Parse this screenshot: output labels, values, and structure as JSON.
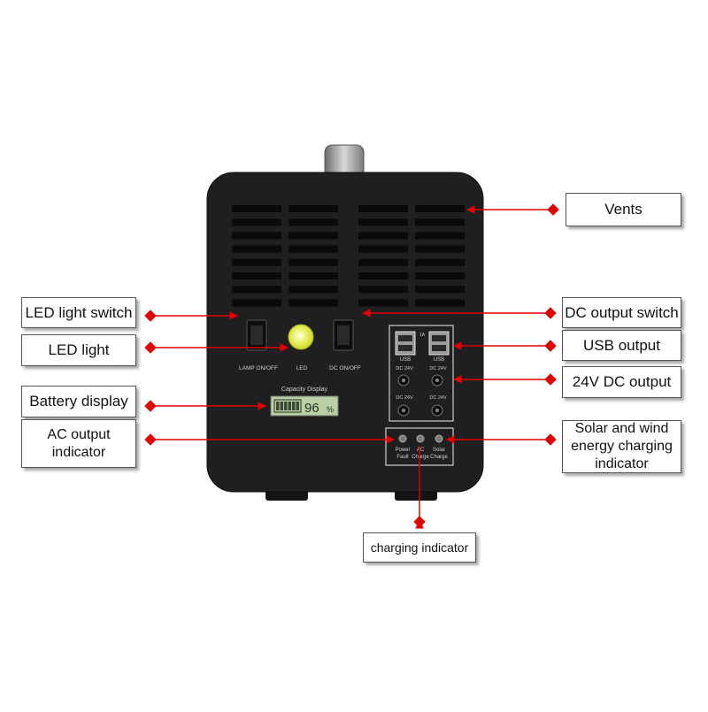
{
  "labels": {
    "vents": "Vents",
    "led_light_switch": "LED light switch",
    "led_light": "LED light",
    "battery_display": "Battery display",
    "ac_output_indicator": "AC output\nindicator",
    "dc_output_switch": "DC output switch",
    "usb_output": "USB output",
    "dc_24v_output": "24V DC output",
    "solar_wind_indicator": "Solar and wind\nenergy charging\nindicator",
    "charging_indicator": "charging indicator"
  },
  "panel": {
    "lamp_switch_label": "LAMP ON/OFF",
    "led_label": "LED",
    "dc_switch_label": "DC ON/OFF",
    "capacity_display_label": "Capacity Display",
    "battery_percent": "96",
    "percent_sign": "%",
    "usb_label_left": "USB",
    "usb_label_right": "USB",
    "usb_current": "1A",
    "dc24_top_left": "DC 24V",
    "dc24_top_right": "DC 24V",
    "dc24_bottom_left": "DC 24V",
    "dc24_bottom_right": "DC 24V",
    "indicator_power_fault": "Power\nFault",
    "indicator_ac_charge": "AC\nCharge",
    "indicator_solar_charge": "Solar\nCharge"
  },
  "colors": {
    "arrow": "#e00000",
    "device_body": "#1f1f21",
    "lcd_background": "#b9cfa6",
    "led_lens": "#e6ef3a"
  }
}
